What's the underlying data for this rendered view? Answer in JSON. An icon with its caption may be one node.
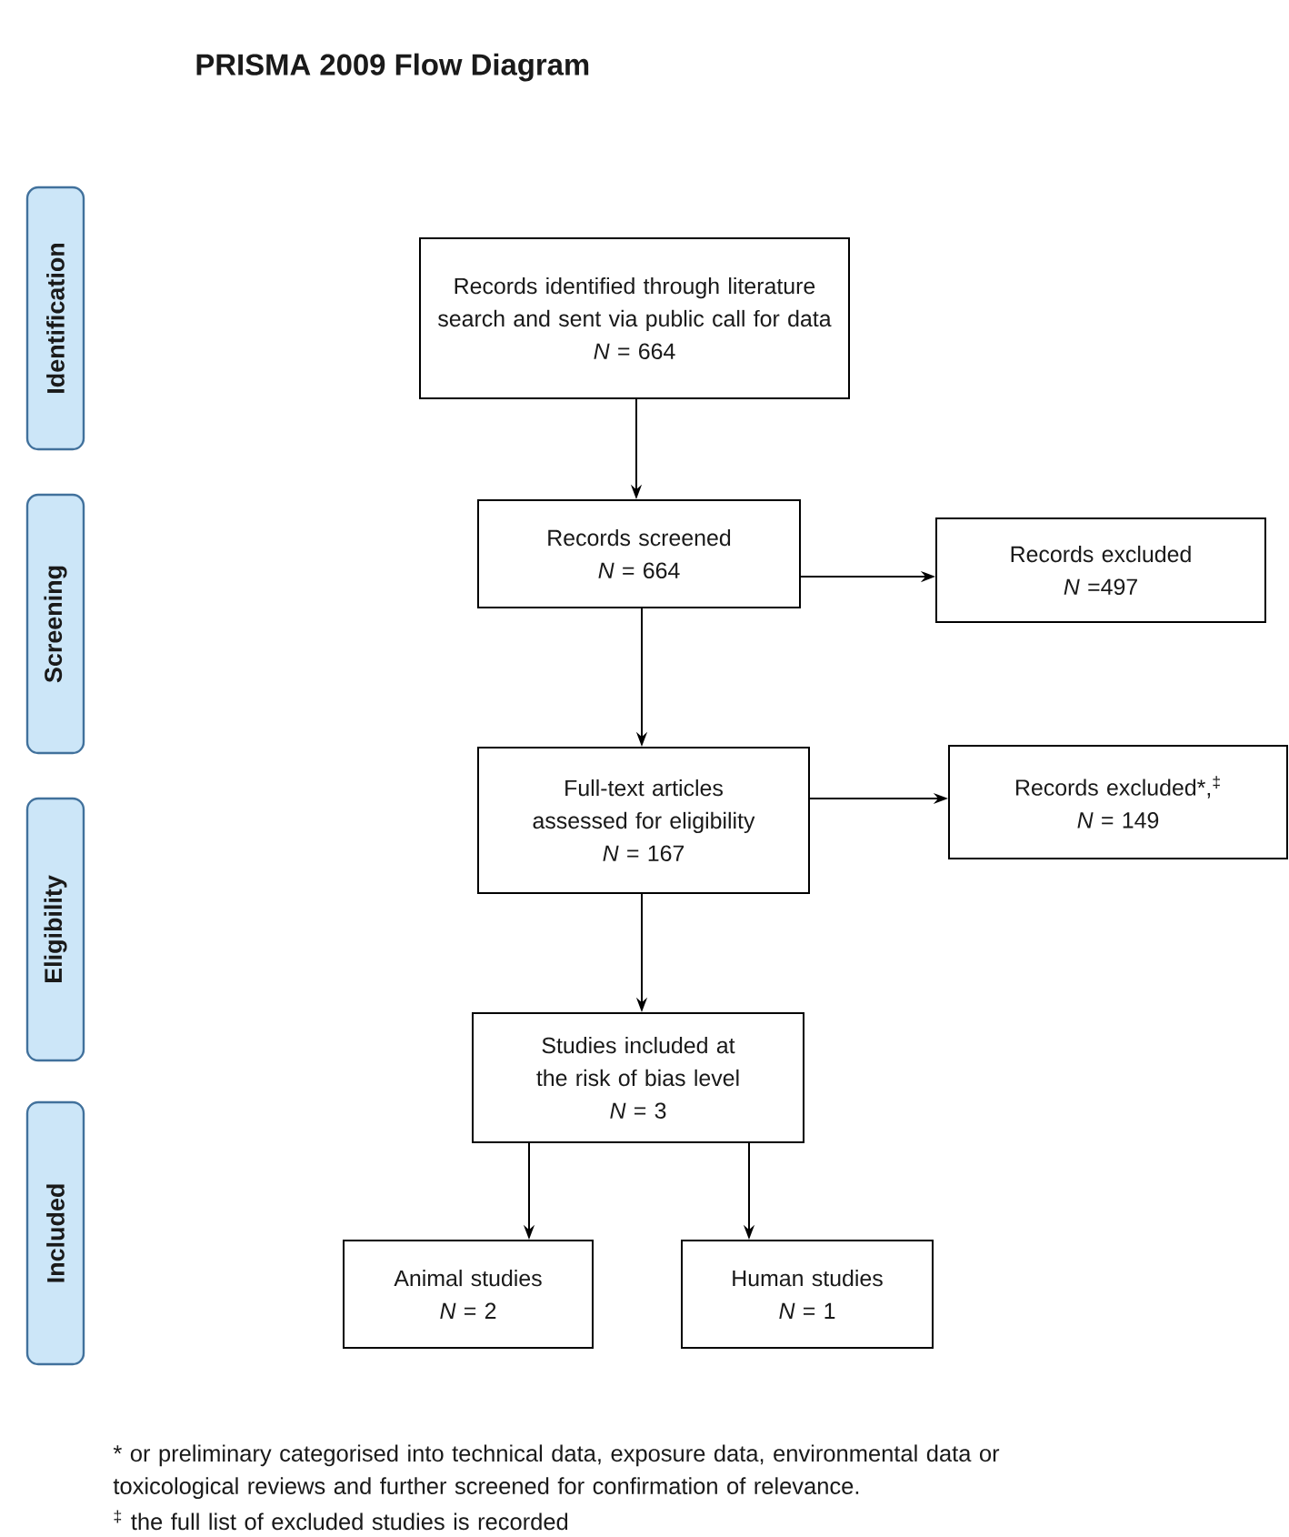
{
  "diagram": {
    "title": "PRISMA 2009 Flow Diagram",
    "nodes": [
      {
        "text": [
          "Identification"
        ]
      },
      {
        "text": [
          "Screening"
        ]
      },
      {
        "text": [
          "Eligibility"
        ]
      },
      {
        "text": [
          "Included"
        ]
      },
      {
        "text": [
          "Records identified through literature search and sent via public call for data",
          "*N* = 664"
        ]
      },
      {
        "text": [
          "Records screened",
          "*N* = 664"
        ]
      },
      {
        "text": [
          "Records excluded",
          "*N* =497"
        ]
      },
      {
        "text": [
          "Full-text articles assessed for eligibility",
          "*N* = 167"
        ]
      },
      {
        "text": [
          "Records excluded*,$^{‡}$",
          "*N* = 149"
        ]
      },
      {
        "text": [
          "Studies included at the risk of bias level",
          "*N* = 3"
        ]
      },
      {
        "text": [
          "Animal studies",
          "*N* = 2"
        ]
      },
      {
        "text": [
          "Human studies",
          "*N* = 1"
        ]
      }
    ],
    "edges": [
      {
        "from": 4,
        "to": 5,
        "arrow": "to"
      },
      {
        "from": 5,
        "to": 6,
        "arrow": "to"
      },
      {
        "from": 5,
        "to": 7,
        "arrow": "to"
      },
      {
        "from": 7,
        "to": 8,
        "arrow": "to"
      },
      {
        "from": 7,
        "to": 9,
        "arrow": "to"
      },
      {
        "from": 9,
        "to": 10,
        "arrow": "to"
      },
      {
        "from": 9,
        "to": 11,
        "arrow": "to"
      }
    ],
    "labels": [
      "* or preliminary categorised into technical data, exposure data, environmental data or toxicological reviews and further screened for confirmation of relevance.",
      "$^{‡}$ the full list of excluded studies is recorded"
    ]
  }
}
